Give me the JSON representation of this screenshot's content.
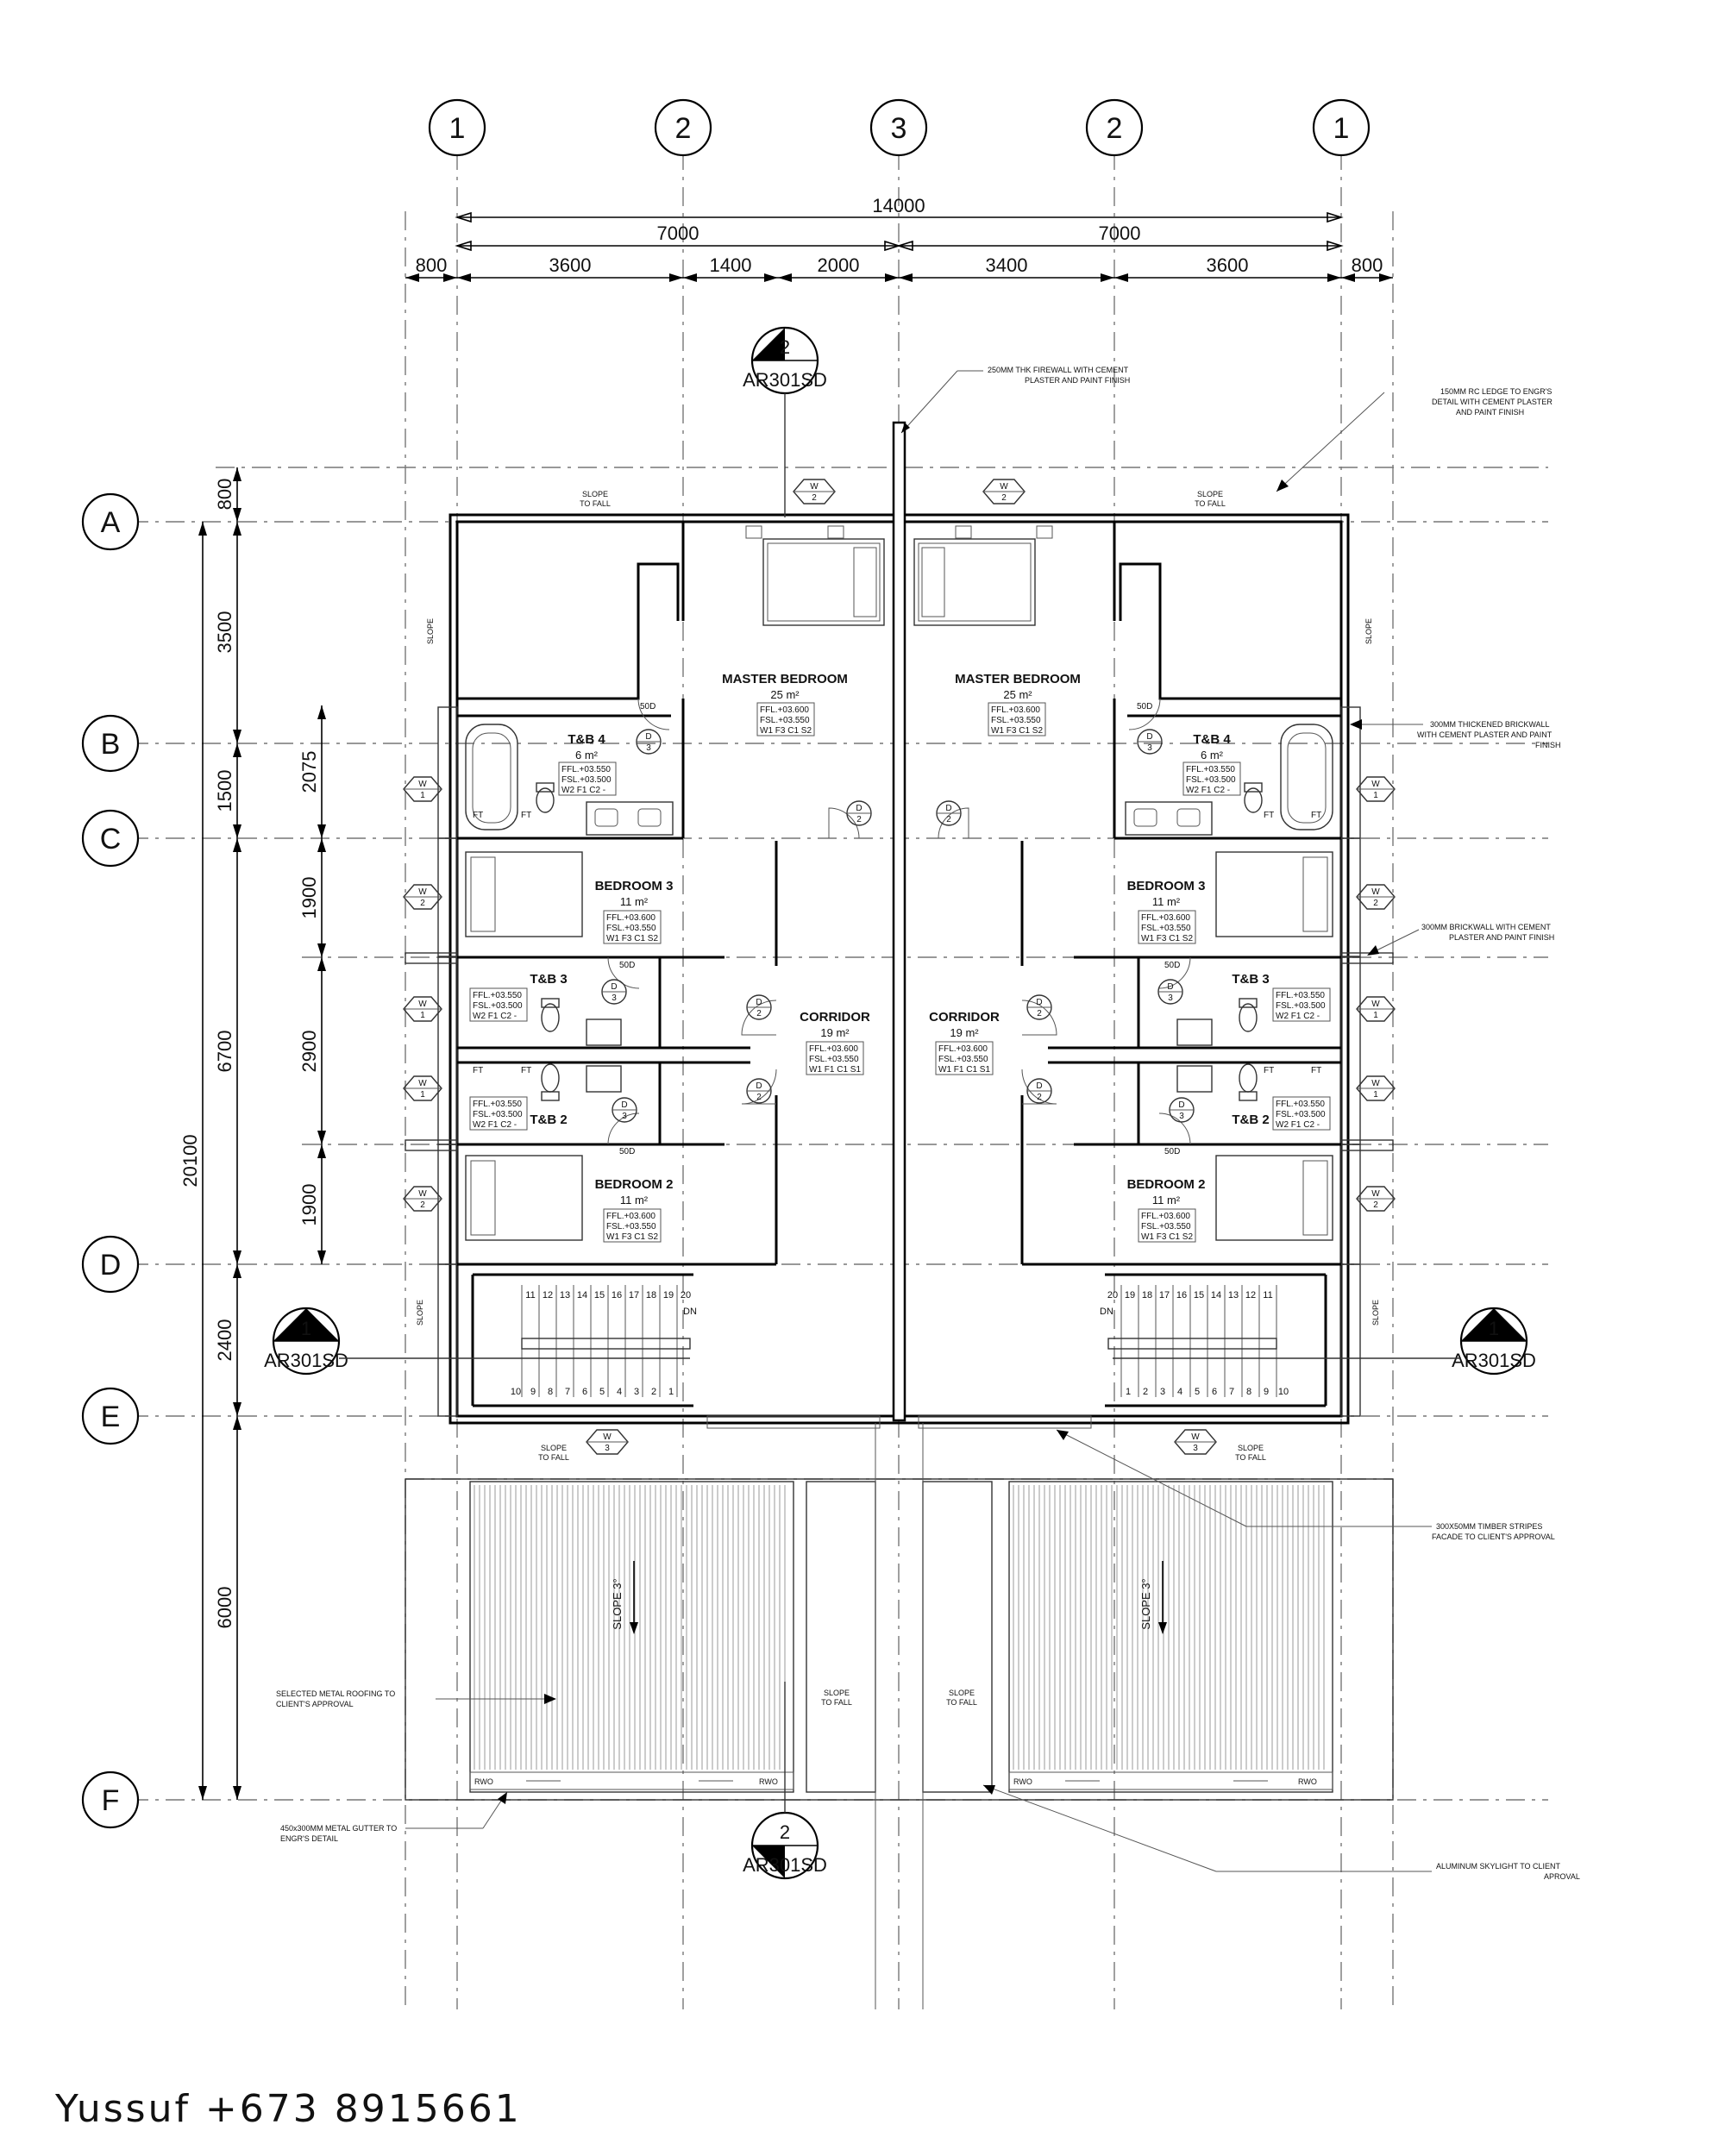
{
  "grid": {
    "columns": [
      "1",
      "2",
      "3",
      "2",
      "1"
    ],
    "rows": [
      "A",
      "B",
      "C",
      "D",
      "E",
      "F"
    ]
  },
  "dimensions": {
    "overall": "14000",
    "halves": [
      "7000",
      "7000"
    ],
    "segments": [
      "800",
      "3600",
      "1400",
      "2000",
      "3400",
      "3600",
      "800"
    ],
    "left_overall": "20100",
    "left_segments": [
      "800",
      "3500",
      "1500",
      "6700",
      "2400",
      "6000"
    ],
    "inner_segments": [
      "2075",
      "1900",
      "2900",
      "1900"
    ]
  },
  "rooms_left": {
    "master": {
      "name": "MASTER BEDROOM",
      "area": "25 m²",
      "ffl": "FFL.+03.600",
      "fsl": "FSL.+03.550",
      "tag": "W1 F3 C1 S2"
    },
    "tb4": {
      "name": "T&B 4",
      "area": "6 m²",
      "ffl": "FFL.+03.550",
      "fsl": "FSL.+03.500",
      "tag": "W2 F1 C2 -"
    },
    "bed3": {
      "name": "BEDROOM 3",
      "area": "11 m²",
      "ffl": "FFL.+03.600",
      "fsl": "FSL.+03.550",
      "tag": "W1 F3 C1 S2"
    },
    "tb3": {
      "name": "T&B 3",
      "ffl": "FFL.+03.550",
      "fsl": "FSL.+03.500",
      "tag": "W2 F1 C2 -"
    },
    "corridor": {
      "name": "CORRIDOR",
      "area": "19 m²",
      "ffl": "FFL.+03.600",
      "fsl": "FSL.+03.550",
      "tag": "W1 F1 C1 S1"
    },
    "tb2": {
      "name": "T&B 2",
      "ffl": "FFL.+03.550",
      "fsl": "FSL.+03.500",
      "tag": "W2 F1 C2 -"
    },
    "bed2": {
      "name": "BEDROOM 2",
      "area": "11 m²",
      "ffl": "FFL.+03.600",
      "fsl": "FSL.+03.550",
      "tag": "W1 F3 C1 S2"
    }
  },
  "rooms_right": {
    "master": {
      "name": "MASTER BEDROOM",
      "area": "25 m²",
      "ffl": "FFL.+03.600",
      "fsl": "FSL.+03.550",
      "tag": "W1 F3 C1 S2"
    },
    "tb4": {
      "name": "T&B 4",
      "area": "6 m²",
      "ffl": "FFL.+03.550",
      "fsl": "FSL.+03.500",
      "tag": "W2 F1 C2 -"
    },
    "bed3": {
      "name": "BEDROOM 3",
      "area": "11 m²",
      "ffl": "FFL.+03.600",
      "fsl": "FSL.+03.550",
      "tag": "W1 F3 C1 S2"
    },
    "tb3": {
      "name": "T&B 3",
      "ffl": "FFL.+03.550",
      "fsl": "FSL.+03.500",
      "tag": "W2 F1 C2 -"
    },
    "corridor": {
      "name": "CORRIDOR",
      "area": "19 m²",
      "ffl": "FFL.+03.600",
      "fsl": "FSL.+03.550",
      "tag": "W1 F1 C1 S1"
    },
    "tb2": {
      "name": "T&B 2",
      "ffl": "FFL.+03.550",
      "fsl": "FSL.+03.500",
      "tag": "W2 F1 C2 -"
    },
    "bed2": {
      "name": "BEDROOM 2",
      "area": "11 m²",
      "ffl": "FFL.+03.600",
      "fsl": "FSL.+03.550",
      "tag": "W1 F3 C1 S2"
    }
  },
  "stairs": {
    "dn": "DN",
    "left_upper": [
      "11",
      "12",
      "13",
      "14",
      "15",
      "16",
      "17",
      "18",
      "19",
      "20"
    ],
    "left_lower": [
      "10",
      "9",
      "8",
      "7",
      "6",
      "5",
      "4",
      "3",
      "2",
      "1"
    ],
    "right_upper": [
      "20",
      "19",
      "18",
      "17",
      "16",
      "15",
      "14",
      "13",
      "12",
      "11"
    ],
    "right_lower": [
      "1",
      "2",
      "3",
      "4",
      "5",
      "6",
      "7",
      "8",
      "9",
      "10"
    ]
  },
  "tags": {
    "door_d": "D",
    "door_2": "2",
    "door_3": "3",
    "door_50d": "50D",
    "w": "W",
    "w1": "1",
    "w2": "2",
    "w3": "3",
    "ft": "FT",
    "rwo": "RWO",
    "slope_roof": "SLOPE 3°",
    "slope_to_fall": [
      "SLOPE",
      "TO FALL"
    ]
  },
  "section_markers": {
    "ref": "AR301SD",
    "top_number": "2",
    "bottom_number": "2",
    "left_number": "1",
    "right_number": "1"
  },
  "notes": {
    "firewall": [
      "250MM THK FIREWALL WITH CEMENT",
      "PLASTER AND PAINT FINISH"
    ],
    "ledge": [
      "150MM RC LEDGE TO ENGR'S",
      "DETAIL WITH CEMENT PLASTER",
      "AND PAINT FINISH"
    ],
    "thick_wall": [
      "300MM THICKENED BRICKWALL",
      "WITH CEMENT PLASTER AND PAINT",
      "FINISH"
    ],
    "brickwall": [
      "300MM BRICKWALL WITH CEMENT",
      "PLASTER AND PAINT FINISH"
    ],
    "timber": [
      "300X50MM TIMBER STRIPES",
      "FACADE TO CLIENT'S APPROVAL"
    ],
    "roofing": [
      "SELECTED METAL ROOFING TO",
      "CLIENT'S APPROVAL"
    ],
    "gutter": [
      "450x300MM METAL GUTTER TO",
      "ENGR'S DETAIL"
    ],
    "skylight": [
      "ALUMINUM SKYLIGHT TO  CLIENT",
      "APROVAL"
    ]
  },
  "watermark": "Yussuf +673 8915661"
}
